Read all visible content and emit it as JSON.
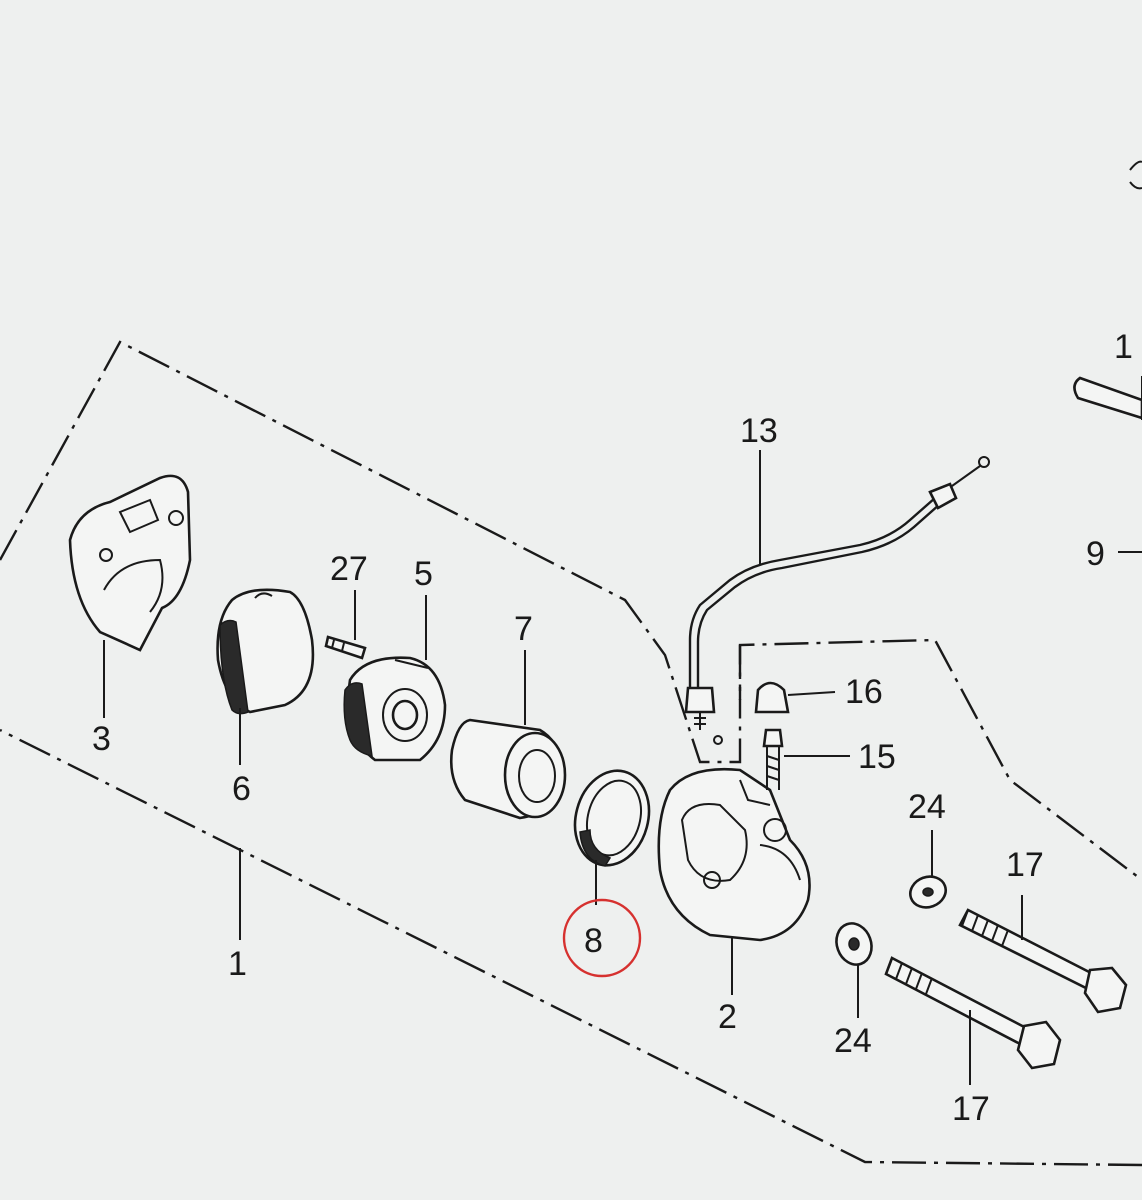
{
  "diagram": {
    "highlight_color": "#d6312f",
    "ink_color": "#1a1a1a",
    "paper_color": "#eef0ef",
    "labels": {
      "p1": "1",
      "p2": "2",
      "p3": "3",
      "p5": "5",
      "p6": "6",
      "p7": "7",
      "p8": "8",
      "p9": "9",
      "p13": "13",
      "p15": "15",
      "p16": "16",
      "p17a": "17",
      "p17b": "17",
      "p24a": "24",
      "p24b": "24",
      "p27": "27",
      "edge1": "1"
    },
    "highlighted_part": "8"
  }
}
